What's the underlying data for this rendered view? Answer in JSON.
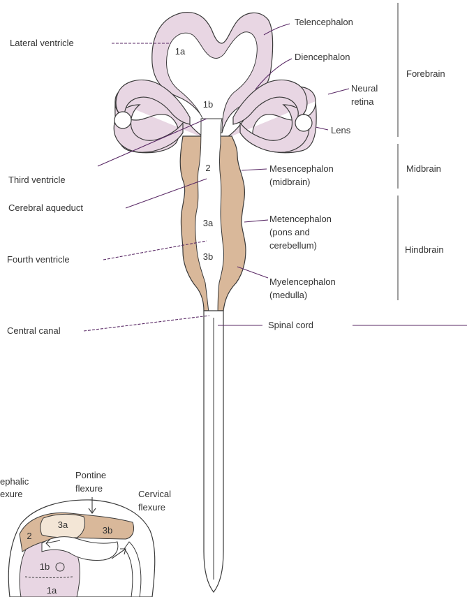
{
  "labels": {
    "telencephalon": "Telencephalon",
    "diencephalon": "Diencephalon",
    "neural_retina_1": "Neural",
    "neural_retina_2": "retina",
    "lens": "Lens",
    "lateral_ventricle": "Lateral ventricle",
    "third_ventricle": "Third ventricle",
    "cerebral_aqueduct": "Cerebral aqueduct",
    "fourth_ventricle": "Fourth ventricle",
    "central_canal": "Central canal",
    "mesencephalon_1": "Mesencephalon",
    "mesencephalon_2": "(midbrain)",
    "metencephalon_1": "Metencephalon",
    "metencephalon_2": "(pons and",
    "metencephalon_3": "cerebellum)",
    "myelencephalon_1": "Myelencephalon",
    "myelencephalon_2": "(medulla)",
    "spinal_cord": "Spinal cord"
  },
  "regions": {
    "forebrain": "Forebrain",
    "midbrain": "Midbrain",
    "hindbrain": "Hindbrain"
  },
  "vesicle_numbers": {
    "n1a": "1a",
    "n1b": "1b",
    "n2": "2",
    "n3a": "3a",
    "n3b": "3b"
  },
  "inset": {
    "cephalic_1": "ephalic",
    "cephalic_2": "exure",
    "pontine_1": "Pontine",
    "pontine_2": "flexure",
    "cervical_1": "Cervical",
    "cervical_2": "flexure",
    "n2": "2",
    "n3a": "3a",
    "n3b": "3b",
    "n1b": "1b",
    "n1a": "1a"
  },
  "colors": {
    "forebrain_fill": "#e8d6e3",
    "midhind_fill": "#d9b89a",
    "ventricle_fill": "#ffffff",
    "leader_line": "#5a2a66",
    "outline": "#3a3a3a"
  }
}
